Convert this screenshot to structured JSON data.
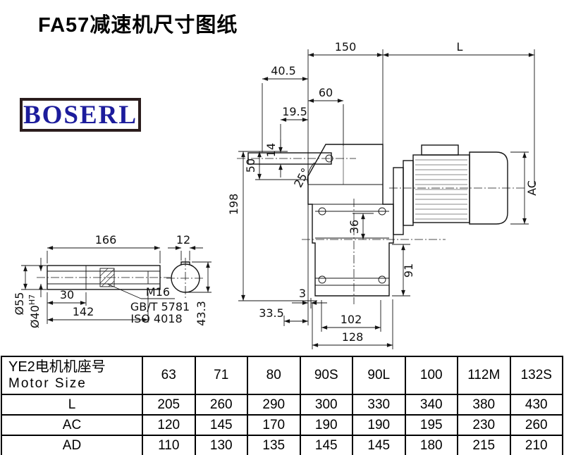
{
  "page": {
    "title": "FA57减速机尺寸图纸",
    "logo_text": "BOSERL"
  },
  "drawing": {
    "dim_150": "150",
    "dim_L": "L",
    "dim_40_5": "40.5",
    "dim_60": "60",
    "dim_19_5": "19.5",
    "dim_14": "14",
    "dim_50": "50",
    "dim_angle": "25°",
    "dim_198": "198",
    "dim_36": "36",
    "dim_AC": "AC",
    "dim_91": "91",
    "dim_3": "3",
    "dim_33_5": "33.5",
    "dim_102": "102",
    "dim_128": "128",
    "dim_166": "166",
    "dim_12": "12",
    "dim_30": "30",
    "dim_142": "142",
    "dim_dia55": "Ø55",
    "dim_dia40": "Ø40",
    "dim_dia40_tol": "H7",
    "note_thread": "M16",
    "note_std1": "GB/T 5781",
    "note_std2": "ISO 4018",
    "dim_43_3": "43.3"
  },
  "table": {
    "header_cn": "YE2电机机座号",
    "header_en": "Motor Size",
    "columns": [
      "63",
      "71",
      "80",
      "90S",
      "90L",
      "100",
      "112M",
      "132S"
    ],
    "rows": [
      {
        "label": "L",
        "values": [
          "205",
          "260",
          "290",
          "300",
          "330",
          "340",
          "380",
          "430"
        ]
      },
      {
        "label": "AC",
        "values": [
          "120",
          "145",
          "170",
          "190",
          "190",
          "195",
          "230",
          "260"
        ]
      },
      {
        "label": "AD",
        "values": [
          "110",
          "130",
          "135",
          "145",
          "145",
          "180",
          "215",
          "210"
        ]
      }
    ]
  }
}
